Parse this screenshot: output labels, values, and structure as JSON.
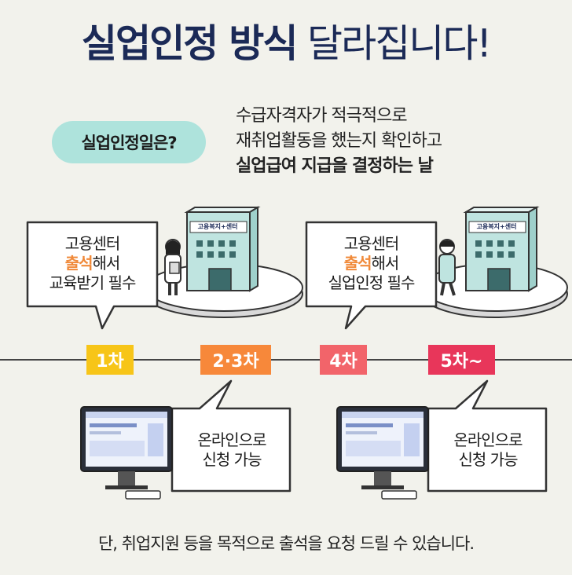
{
  "title": {
    "bold": "실업인정 방식",
    "light": "달라집니다!"
  },
  "intro": {
    "pill": "실업인정일은?",
    "line1": "수급자격자가 적극적으로",
    "line2": "재취업활동을 했는지 확인하고",
    "line3": "실업급여 지급을 결정하는 날"
  },
  "center_sign": "고용복지+센터",
  "bubbles": {
    "first": {
      "line1": "고용센터",
      "hl": "출석",
      "rest": "해서",
      "line3": "교육받기 필수"
    },
    "fourth": {
      "line1": "고용센터",
      "hl": "출석",
      "rest": "해서",
      "line3": "실업인정 필수"
    },
    "online_a": {
      "line1": "온라인으로",
      "line2": "신청 가능"
    },
    "online_b": {
      "line1": "온라인으로",
      "line2": "신청 가능"
    }
  },
  "stages": [
    {
      "label": "1차",
      "color": "#f7c518"
    },
    {
      "label": "2·3차",
      "color": "#f7883a"
    },
    {
      "label": "4차",
      "color": "#f2646a"
    },
    {
      "label": "5차~",
      "color": "#e8365a"
    }
  ],
  "footer": "단, 취업지원 등을 목적으로 출석을 요청 드릴 수 있습니다."
}
